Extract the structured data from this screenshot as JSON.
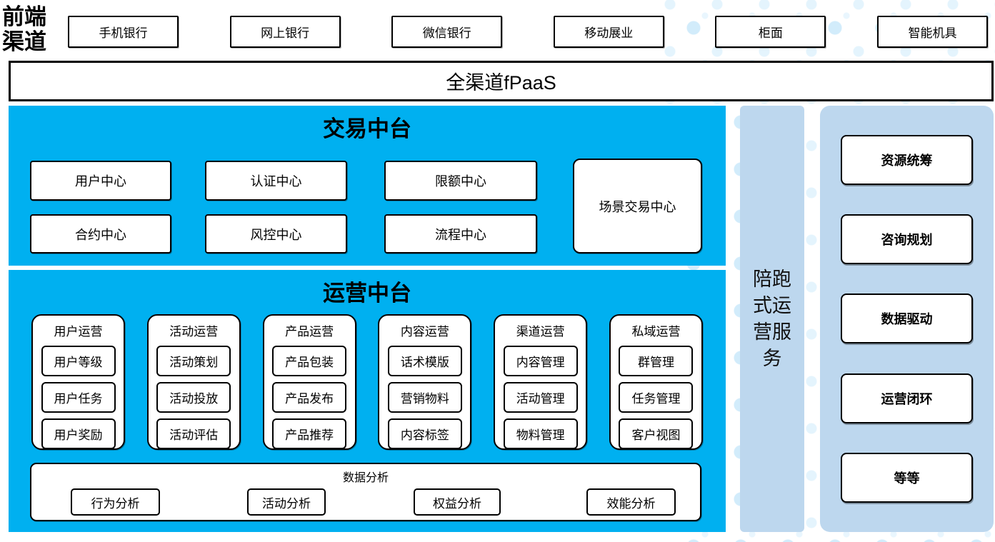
{
  "front_channels": {
    "label": "前端渠道",
    "items": [
      "手机银行",
      "网上银行",
      "微信银行",
      "移动展业",
      "柜面",
      "智能机具"
    ]
  },
  "fpaas": {
    "label": "全渠道fPaaS"
  },
  "trade": {
    "title": "交易中台",
    "row1": [
      "用户中心",
      "认证中心",
      "限额中心"
    ],
    "row2": [
      "合约中心",
      "风控中心",
      "流程中心"
    ],
    "tall": "场景交易中心"
  },
  "ops": {
    "title": "运营中台",
    "columns": [
      {
        "title": "用户运营",
        "items": [
          "用户等级",
          "用户任务",
          "用户奖励"
        ]
      },
      {
        "title": "活动运营",
        "items": [
          "活动策划",
          "活动投放",
          "活动评估"
        ]
      },
      {
        "title": "产品运营",
        "items": [
          "产品包装",
          "产品发布",
          "产品推荐"
        ]
      },
      {
        "title": "内容运营",
        "items": [
          "话术模版",
          "营销物料",
          "内容标签"
        ]
      },
      {
        "title": "渠道运营",
        "items": [
          "内容管理",
          "活动管理",
          "物料管理"
        ]
      },
      {
        "title": "私域运营",
        "items": [
          "群管理",
          "任务管理",
          "客户视图"
        ]
      }
    ],
    "analysis": {
      "title": "数据分析",
      "items": [
        "行为分析",
        "活动分析",
        "权益分析",
        "效能分析"
      ]
    }
  },
  "side": {
    "label": "陪跑式运营服务"
  },
  "right": {
    "items": [
      "资源统筹",
      "咨询规划",
      "数据驱动",
      "运营闭环",
      "等等"
    ]
  },
  "colors": {
    "bright_blue": "#00B0F0",
    "light_blue": "#BDD7EE",
    "dot_blue": "#D2ECFB",
    "border": "#000000"
  }
}
